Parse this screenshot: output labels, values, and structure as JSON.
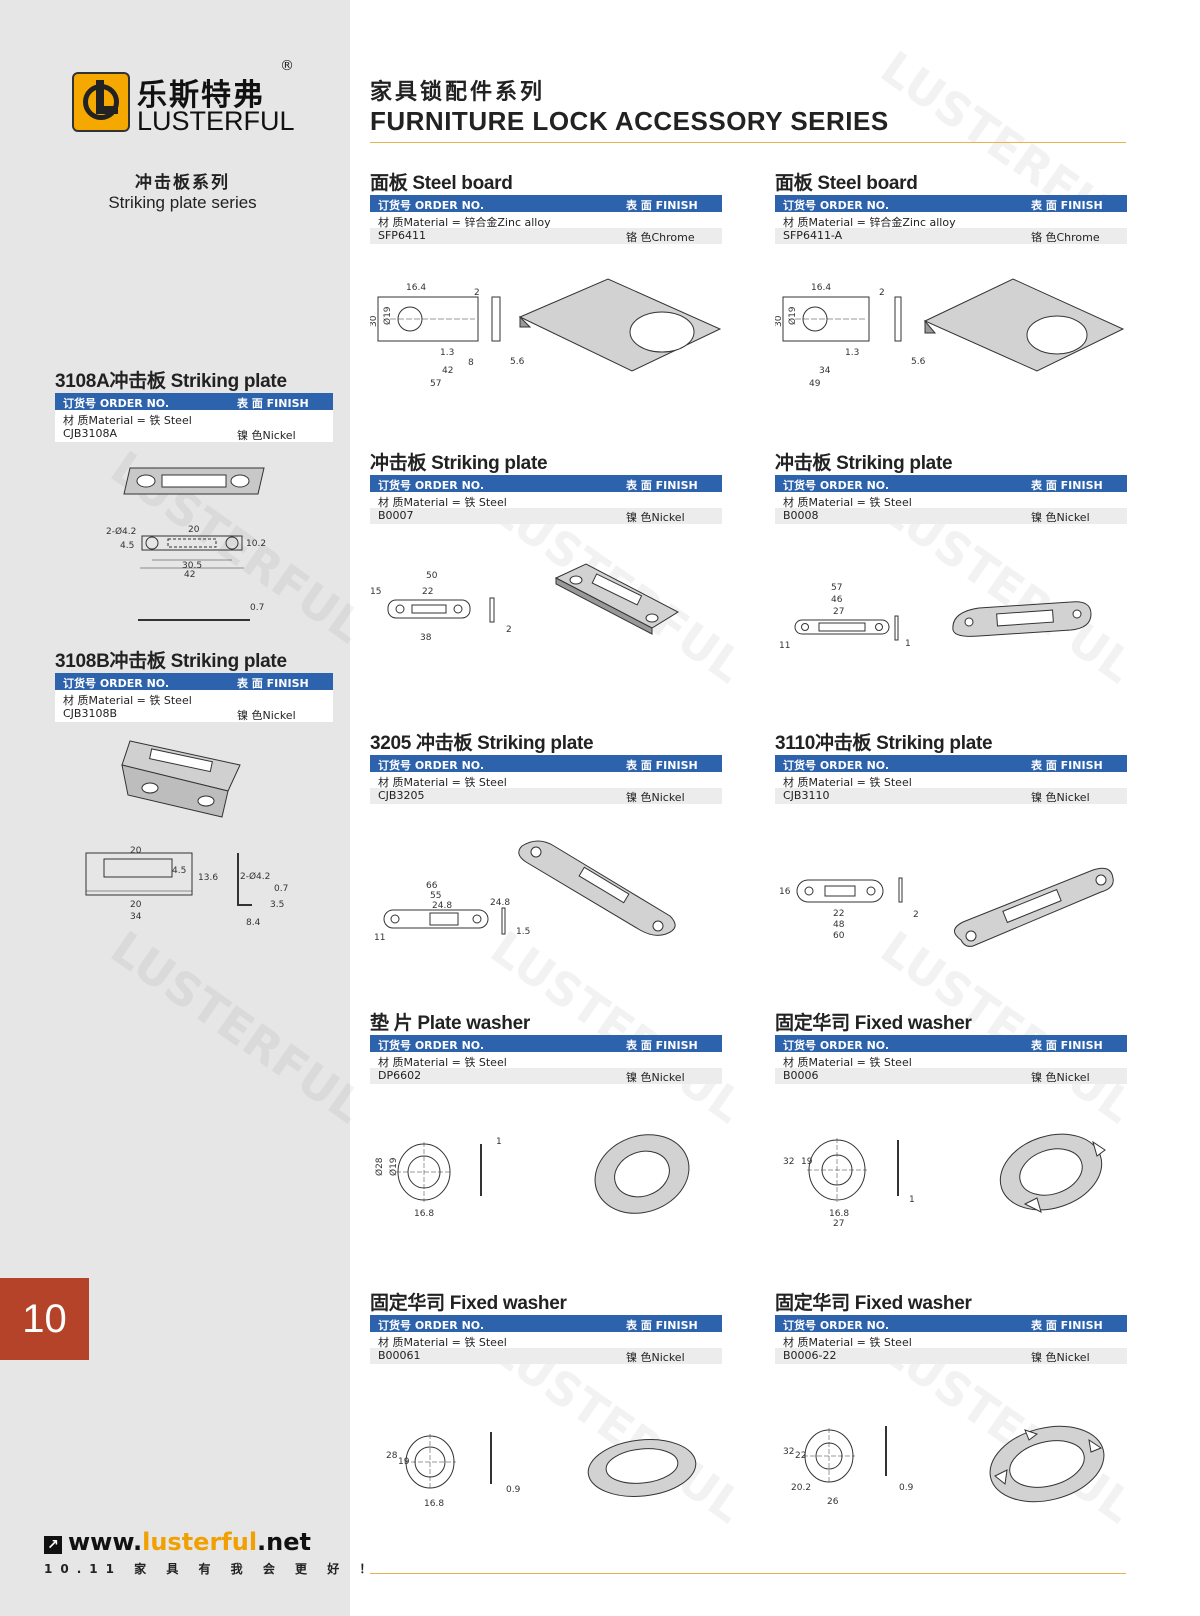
{
  "brand": {
    "name_cn": "乐斯特弗",
    "name_en": "LUSTERFUL",
    "registered": "®"
  },
  "sidebar": {
    "series_cn": "冲击板系列",
    "series_en": "Striking plate series",
    "page_number": "10",
    "website": {
      "prefix": "www.",
      "accent": "lusterful",
      "suffix": ".net"
    },
    "slogan": "10.11 家 具 有 我 会 更 好 ！"
  },
  "header": {
    "title_cn": "家具锁配件系列",
    "title_en": "FURNITURE LOCK ACCESSORY SERIES"
  },
  "table_labels": {
    "order_no": "订货号 ORDER NO.",
    "finish": "表 面 FINISH"
  },
  "colors": {
    "bar_blue": "#2d62ad",
    "accent_orange": "#f0a000",
    "page_tab": "#b4432a",
    "rule_gold": "#e2b64c"
  },
  "products": {
    "p3108a": {
      "title": "3108A冲击板 Striking plate",
      "material": "材 质Material  =  铁 Steel",
      "code": "CJB3108A",
      "finish": "镍 色Nickel"
    },
    "p3108b": {
      "title": "3108B冲击板 Striking plate",
      "material": "材 质Material  =  铁 Steel",
      "code": "CJB3108B",
      "finish": "镍 色Nickel"
    },
    "sfp6411": {
      "title": "面板 Steel board",
      "material": "材 质Material  =  锌合金Zinc alloy",
      "code": "SFP6411",
      "finish": "铬 色Chrome"
    },
    "sfp6411a": {
      "title": "面板 Steel board",
      "material": "材 质Material  =  锌合金Zinc alloy",
      "code": "SFP6411-A",
      "finish": "铬 色Chrome"
    },
    "b0007": {
      "title": "冲击板 Striking plate",
      "material": "材 质Material  =  铁 Steel",
      "code": "B0007",
      "finish": "镍 色Nickel"
    },
    "b0008": {
      "title": "冲击板 Striking plate",
      "material": "材 质Material  =  铁 Steel",
      "code": "B0008",
      "finish": "镍 色Nickel"
    },
    "cjb3205": {
      "title": "3205 冲击板 Striking plate",
      "material": "材 质Material  =  铁 Steel",
      "code": "CJB3205",
      "finish": "镍 色Nickel"
    },
    "cjb3110": {
      "title": "3110冲击板 Striking plate",
      "material": "材 质Material  =  铁 Steel",
      "code": "CJB3110",
      "finish": "镍 色Nickel"
    },
    "dp6602": {
      "title": "垫 片 Plate washer",
      "material": "材 质Material  =  铁 Steel",
      "code": "DP6602",
      "finish": "镍 色Nickel"
    },
    "b0006": {
      "title": "固定华司 Fixed washer",
      "material": "材 质Material  =  铁 Steel",
      "code": "B0006",
      "finish": "镍 色Nickel"
    },
    "b00061": {
      "title": "固定华司 Fixed washer",
      "material": "材 质Material  =  铁 Steel",
      "code": "B00061",
      "finish": "镍 色Nickel"
    },
    "b0006_22": {
      "title": "固定华司 Fixed washer",
      "material": "材 质Material  =  铁 Steel",
      "code": "B0006-22",
      "finish": "镍 色Nickel"
    }
  },
  "dimensions": {
    "sfp6411": [
      "16.4",
      "2",
      "30",
      "Ø19",
      "1.3",
      "8",
      "42",
      "57",
      "5.6"
    ],
    "sfp6411a": [
      "16.4",
      "2",
      "30",
      "Ø19",
      "1.3",
      "34",
      "49",
      "5.6"
    ],
    "p3108a": [
      "2-Ø4.2",
      "20",
      "4.5",
      "10.2",
      "30.5",
      "42",
      "0.7"
    ],
    "p3108b": [
      "20",
      "4.5",
      "13.6",
      "20",
      "34",
      "2-Ø4.2",
      "0.7",
      "8.4",
      "3.5"
    ],
    "b0007": [
      "50",
      "22",
      "15",
      "38",
      "2"
    ],
    "b0008": [
      "57",
      "46",
      "27",
      "11",
      "1"
    ],
    "cjb3205": [
      "66",
      "55",
      "24.8",
      "24.8",
      "11",
      "1.5"
    ],
    "cjb3110": [
      "16",
      "22",
      "48",
      "60",
      "2"
    ],
    "dp6602": [
      "Ø28",
      "Ø19",
      "16.8",
      "1"
    ],
    "b0006": [
      "32",
      "19",
      "16.8",
      "27",
      "1"
    ],
    "b00061": [
      "28",
      "19",
      "16.8",
      "0.9"
    ],
    "b0006_22": [
      "32",
      "22",
      "20.2",
      "26",
      "0.9"
    ]
  }
}
